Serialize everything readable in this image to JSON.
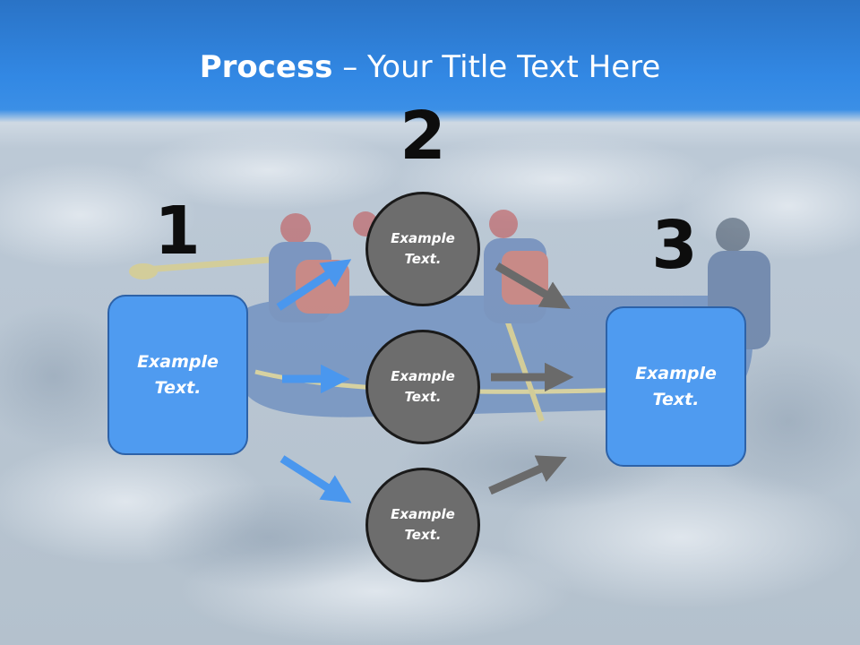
{
  "title": {
    "bold": "Process",
    "rest": " – Your Title Text Here"
  },
  "steps": [
    {
      "number": "1",
      "label": "Example Text."
    },
    {
      "number": "2",
      "items": [
        "Example Text.",
        "Example Text.",
        "Example Text."
      ]
    },
    {
      "number": "3",
      "label": "Example Text."
    }
  ],
  "colors": {
    "header": "#2f87e4",
    "box_fill": "#4f9bf0",
    "box_border": "#2d62a8",
    "circle_fill": "#6d6d6d",
    "blue_arrow": "#4a97ee",
    "gray_arrow": "#6a6a6a"
  }
}
